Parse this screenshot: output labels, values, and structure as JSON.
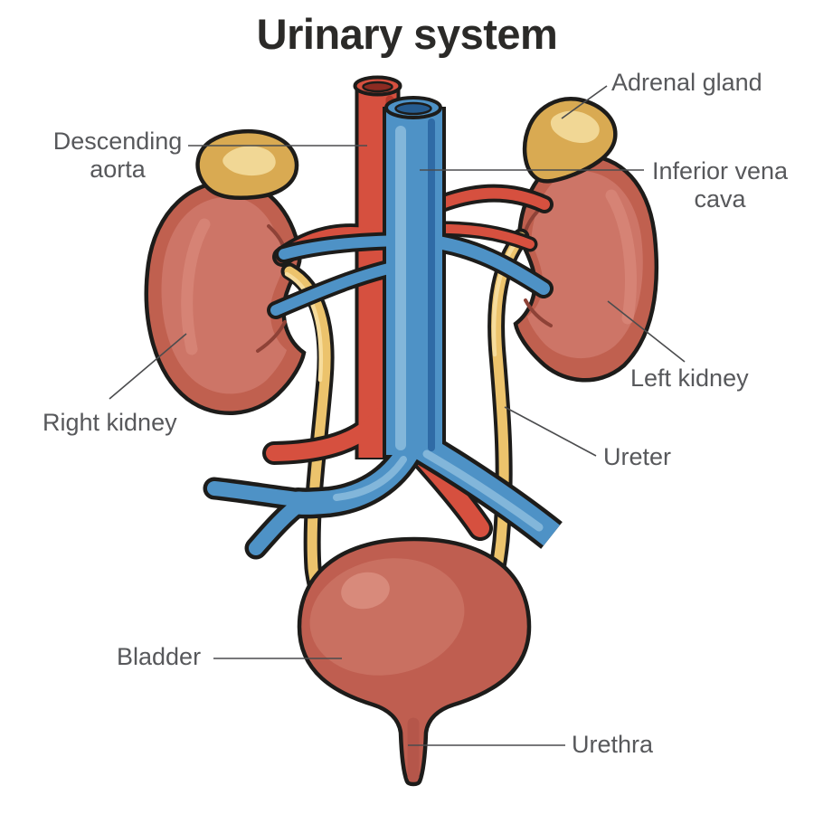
{
  "title": "Urinary system",
  "labels": {
    "adrenal_gland": "Adrenal gland",
    "descending_aorta": "Descending aorta",
    "inferior_vena_cava": "Inferior vena cava",
    "left_kidney": "Left kidney",
    "right_kidney": "Right kidney",
    "ureter": "Ureter",
    "bladder": "Bladder",
    "urethra": "Urethra"
  },
  "colors": {
    "bg": "#ffffff",
    "outline": "#1d1c1a",
    "line": "#4b4c4e",
    "label": "#57585b",
    "title": "#2b2a28",
    "red": "#d6503f",
    "red_dark": "#b43a2c",
    "red_deep": "#8c2b22",
    "blue": "#4e92c6",
    "blue_light": "#82b6da",
    "blue_dark": "#2f6ba6",
    "blue_deep": "#265c90",
    "tan": "#ecc36c",
    "tan_light": "#f6dc9c",
    "adrenal": "#d9aa52",
    "adrenal_light": "#f1d795",
    "kidney": "#c0604f",
    "kidney_light": "#cd7567",
    "kidney_swoosh": "#d8887a",
    "kidney_line": "#8e4237",
    "bladder": "#bf5e50",
    "bladder_mid": "#c97061",
    "bladder_hi": "#d88a7b",
    "urethra": "#b5564a"
  }
}
